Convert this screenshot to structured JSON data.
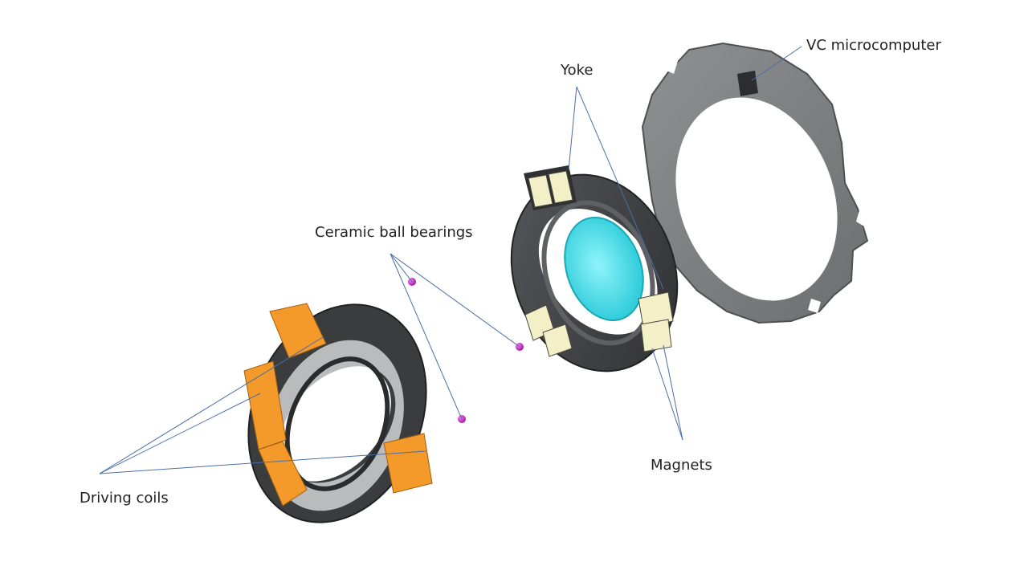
{
  "labels": {
    "vc_microcomputer": "VC microcomputer",
    "yoke": "Yoke",
    "ceramic_ball_bearings": "Ceramic ball bearings",
    "magnets": "Magnets",
    "driving_coils": "Driving coils"
  },
  "colors": {
    "leader_line": "#4a6fa5",
    "coil": "#f39a2a",
    "frame_dark": "#3c3e40",
    "plate_gray": "#7a7c7e",
    "lens_glass": "#49e0ec",
    "magnet": "#f3efc6",
    "bearing": "#cc22cc"
  }
}
